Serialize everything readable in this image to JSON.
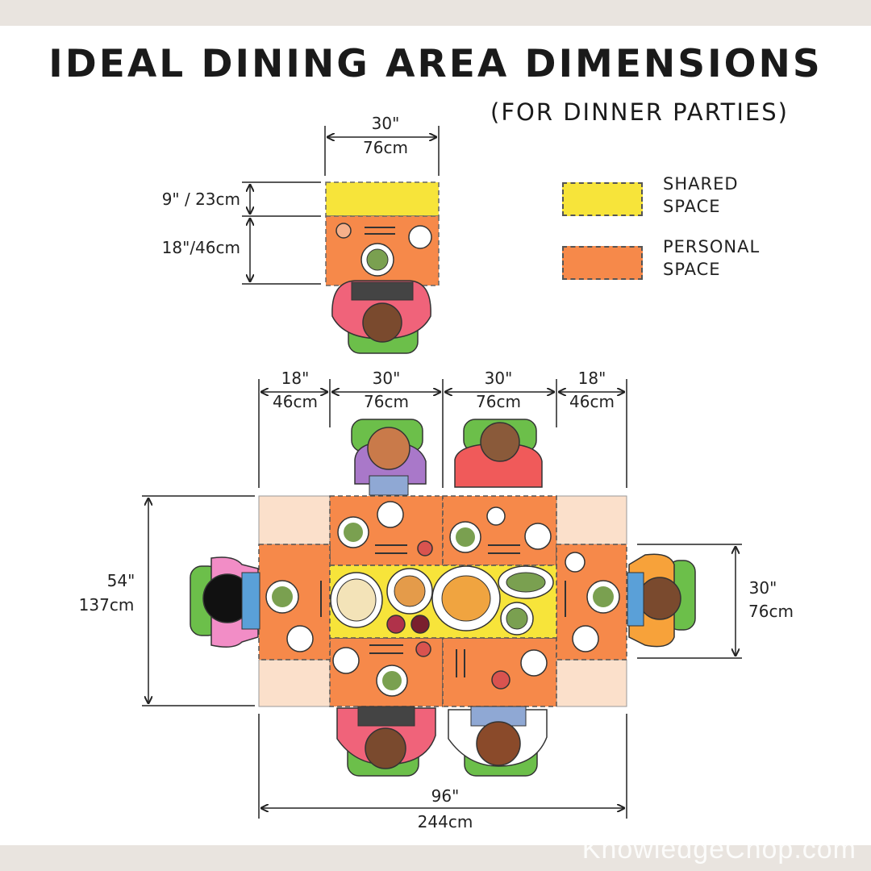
{
  "title": "IDEAL DINING AREA DIMENSIONS",
  "subtitle": "(FOR DINNER PARTIES)",
  "legend": {
    "shared": {
      "line1": "SHARED",
      "line2": "SPACE",
      "color": "#f7e43a"
    },
    "personal": {
      "line1": "PERSONAL",
      "line2": "SPACE",
      "color": "#f6894a"
    }
  },
  "single_place": {
    "width_in": "30\"",
    "width_cm": "76cm",
    "shared_depth": "9\" / 23cm",
    "personal_depth": "18\"/46cm"
  },
  "table": {
    "col_widths": [
      {
        "in": "18\"",
        "cm": "46cm"
      },
      {
        "in": "30\"",
        "cm": "76cm"
      },
      {
        "in": "30\"",
        "cm": "76cm"
      },
      {
        "in": "18\"",
        "cm": "46cm"
      }
    ],
    "depth_in": "54\"",
    "depth_cm": "137cm",
    "side_in": "30\"",
    "side_cm": "76cm",
    "length_in": "96\"",
    "length_cm": "244cm"
  },
  "colors": {
    "corner": "#fbe0cb",
    "personal": "#f6894a",
    "shared": "#f7e43a",
    "chair": "#6cbf4a"
  },
  "watermark": "KnowledgeChop.com"
}
